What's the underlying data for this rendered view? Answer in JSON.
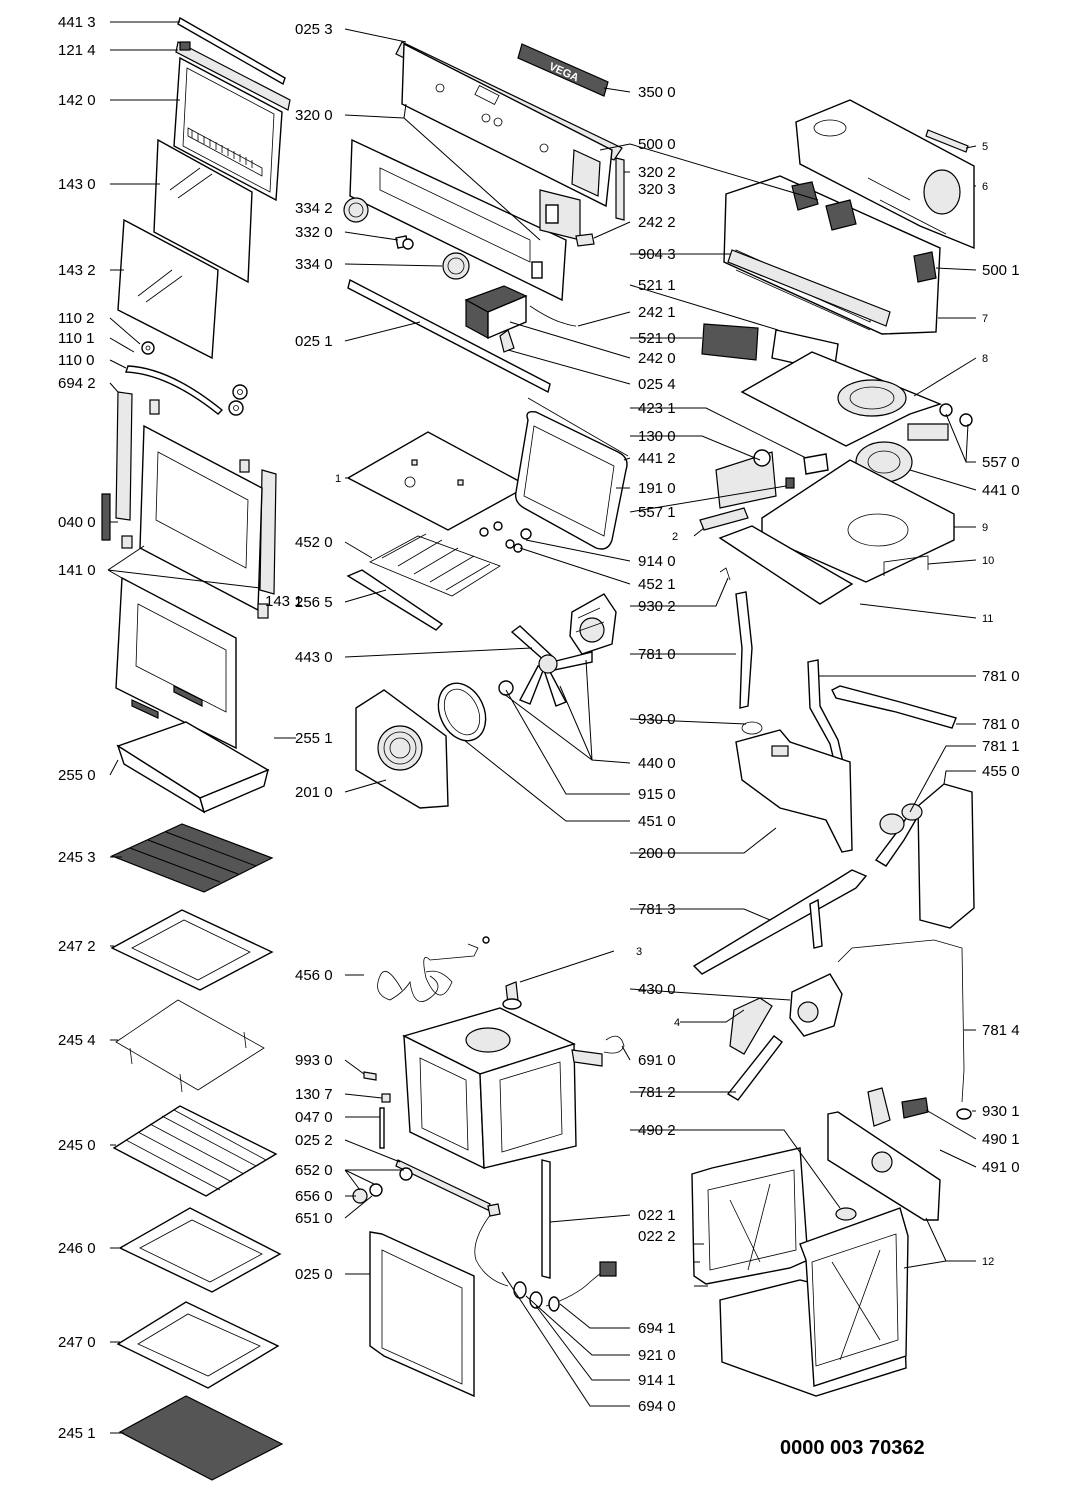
{
  "callouts": {
    "c4413": "441 3",
    "c1214": "121 4",
    "c1420": "142 0",
    "c1430": "143 0",
    "c1432": "143 2",
    "c1102": "110 2",
    "c1101": "110 1",
    "c1100": "110 0",
    "c6942": "694 2",
    "c0400": "040 0",
    "c1410": "141 0",
    "c2550": "255 0",
    "c2453": "245 3",
    "c2472": "247 2",
    "c2454": "245 4",
    "c2450": "245 0",
    "c2460": "246 0",
    "c2470": "247 0",
    "c2451": "245 1",
    "c0253": "025 3",
    "c3200": "320 0",
    "c3342": "334 2",
    "c3320": "332 0",
    "c3340": "334 0",
    "c0251": "025 1",
    "c1": "1",
    "c4520": "452 0",
    "c2565": "256 5",
    "c1431": "143 1",
    "c2551": "255 1",
    "c2010": "201 0",
    "c4560": "456 0",
    "c9930": "993 0",
    "c1307": "130 7",
    "c0470": "047 0",
    "c0252": "025 2",
    "c6520": "652 0",
    "c6560": "656 0",
    "c6510": "651 0",
    "c0250": "025 0",
    "c3500": "350 0",
    "c5000": "500 0",
    "c3202": "320 2",
    "c3203": "320 3",
    "c2422": "242 2",
    "c9043": "904 3",
    "c2421": "242 1",
    "c5211": "521 1",
    "c5210": "521 0",
    "c2420": "242 0",
    "c0254": "025 4",
    "c4231": "423 1",
    "c1300": "130 0",
    "c4412": "441 2",
    "c1910": "191 0",
    "c5571": "557 1",
    "c9140": "914 0",
    "c4521": "452 1",
    "c9302": "930 2",
    "c4430": "443 0",
    "c7810a": "781 0",
    "c9300": "930 0",
    "c4400": "440 0",
    "c9150": "915 0",
    "c4510": "451 0",
    "c2000": "200 0",
    "c7813": "781 3",
    "c3": "3",
    "c4300": "430 0",
    "c4": "4",
    "c6910": "691 0",
    "c7812": "781 2",
    "c4902": "490 2",
    "c0221": "022 1",
    "c0222": "022 2",
    "c6941": "694 1",
    "c9210": "921 0",
    "c9141": "914 1",
    "c6940": "694 0",
    "c5": "5",
    "c6": "6",
    "c5001": "500 1",
    "c7": "7",
    "c8": "8",
    "c5570": "557 0",
    "c4410": "441 0",
    "c2": "2",
    "c9": "9",
    "c10": "10",
    "c11": "11",
    "c7810b": "781 0",
    "c7810c": "781 0",
    "c7811": "781 1",
    "c4550": "455 0",
    "c7814": "781 4",
    "c9301": "930 1",
    "c4901": "490 1",
    "c4910": "491 0",
    "c12": "12"
  },
  "brand_plate": "VEGA",
  "document_number": "0000 003 70362"
}
